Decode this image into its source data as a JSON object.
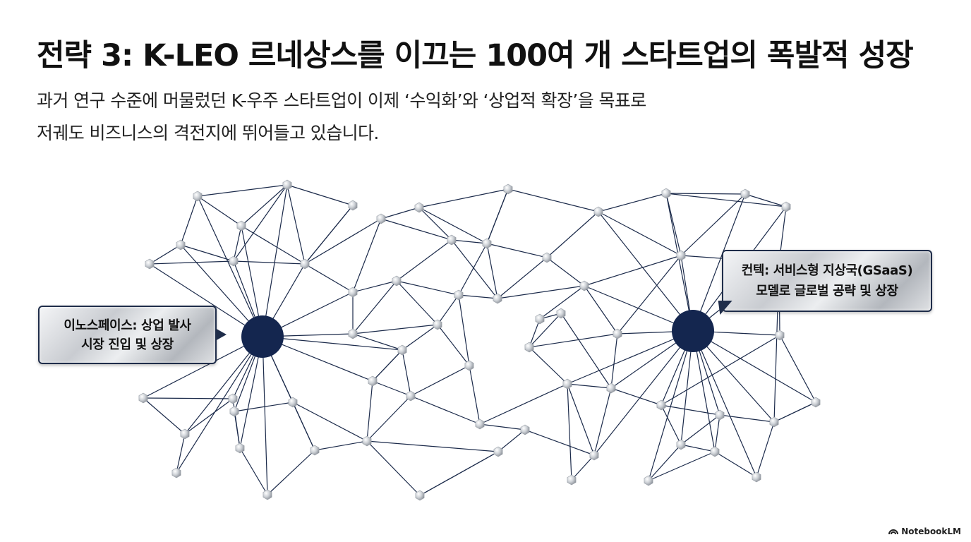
{
  "slide": {
    "title": "전략 3: K-LEO 르네상스를 이끄는 100여 개 스타트업의 폭발적 성장",
    "subtitle_line1": "과거 연구 수준에 머물렀던 K-우주 스타트업이 이제 ‘수익화’와 ‘상업적 확장’을 목표로",
    "subtitle_line2": "저궤도 비즈니스의 격전지에 뛰어들고 있습니다."
  },
  "callouts": {
    "left": {
      "line1": "이노스페이스: 상업 발사",
      "line2": "시장 진입 및 상장"
    },
    "right": {
      "line1": "컨텍: 서비스형 지상국(GSaaS)",
      "line2": "모델로 글로벌 공략 및 상장"
    }
  },
  "colors": {
    "hub": "#14264f",
    "edge": "#1b2a4a",
    "node": "#c8ccd2",
    "callout_border": "#1f2d4a"
  },
  "icons": {
    "brand": "notebooklm-logo-icon"
  },
  "brand": {
    "label": "NotebookLM"
  }
}
